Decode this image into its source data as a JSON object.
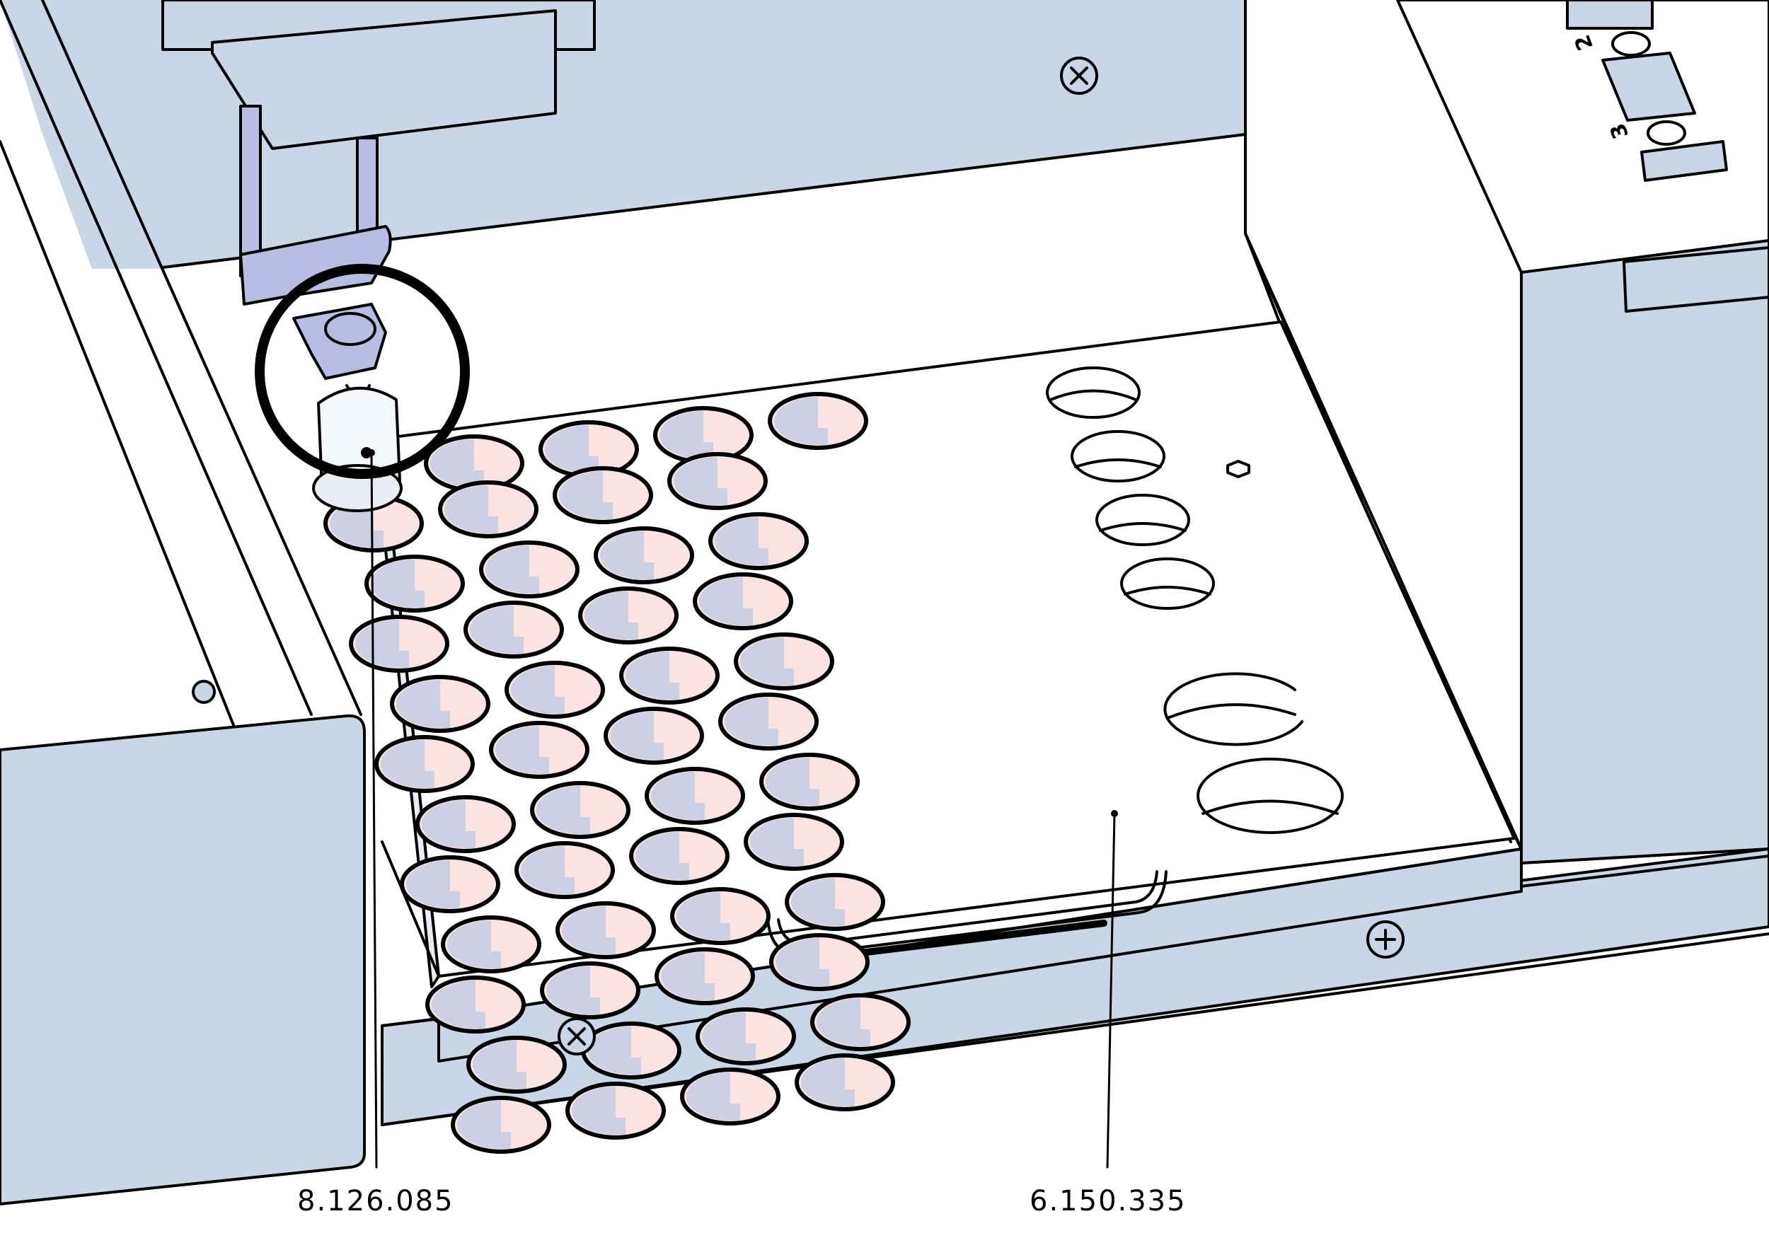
{
  "callouts": [
    {
      "label": "8.126.085"
    },
    {
      "label": "6.150.335"
    }
  ],
  "panel_markers": [
    "2",
    "3"
  ],
  "tray": {
    "rows": 12,
    "positions_per_row": 4
  },
  "colors": {
    "steel": "#c9d6e5",
    "plate": "#ffffff",
    "line": "#000000",
    "vial_pink": "#fbe3e4",
    "vial_blue": "#cdcfe3",
    "needle": "#b8bde3"
  }
}
